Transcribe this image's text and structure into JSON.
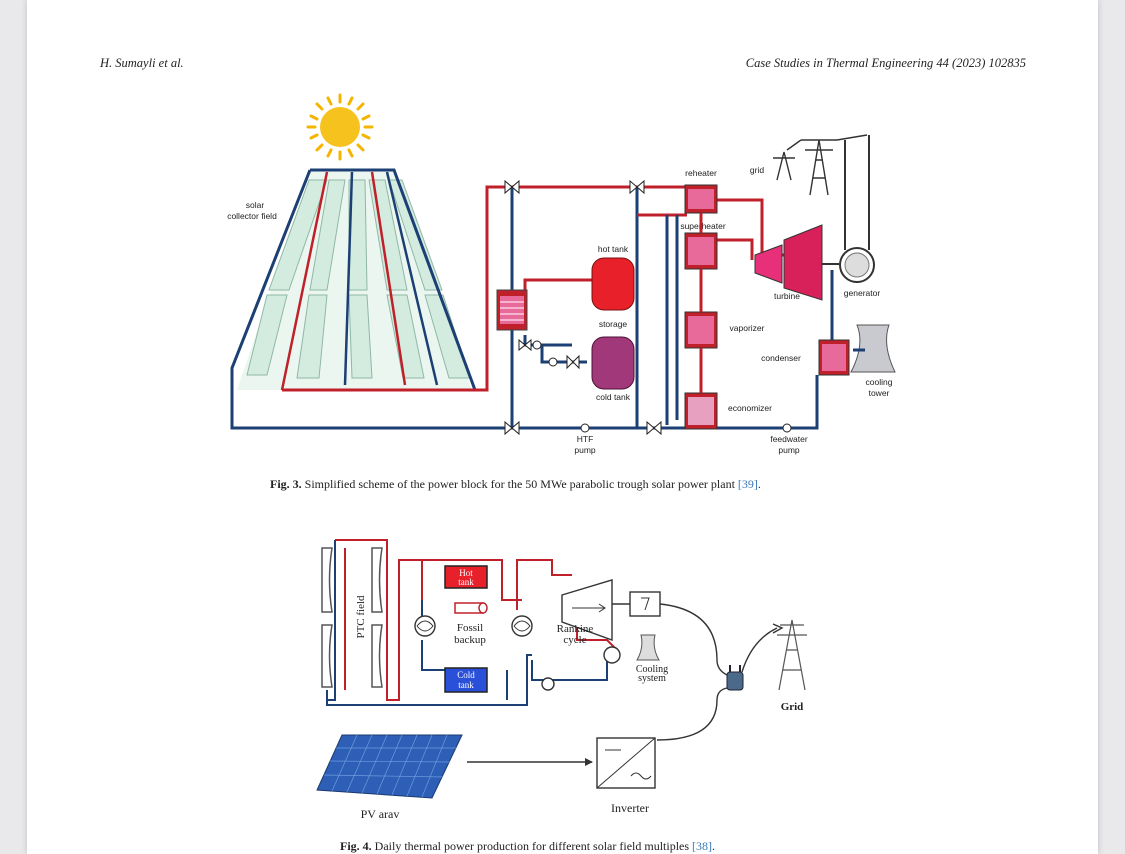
{
  "header": {
    "author": "H. Sumayli et al.",
    "journal": "Case Studies in Thermal Engineering 44 (2023) 102835"
  },
  "fig3": {
    "labels": {
      "solar_field_1": "solar",
      "solar_field_2": "collector field",
      "reheater": "reheater",
      "grid": "grid",
      "superheater": "superheater",
      "hot_tank": "hot tank",
      "storage": "storage",
      "cold_tank": "cold tank",
      "vaporizer": "vaporizer",
      "turbine": "turbine",
      "generator": "generator",
      "condenser": "condenser",
      "cooling_tower_1": "cooling",
      "cooling_tower_2": "tower",
      "economizer": "economizer",
      "htf_pump_1": "HTF",
      "htf_pump_2": "pump",
      "feedwater_pump_1": "feedwater",
      "feedwater_pump_2": "pump"
    },
    "caption": {
      "label": "Fig. 3.",
      "text": "Simplified scheme of the power block for the 50 MWe parabolic trough solar power plant",
      "ref": "[39]",
      "end": "."
    }
  },
  "fig4": {
    "labels": {
      "ptc_field": "PTC field",
      "hot_tank_1": "Hot",
      "hot_tank_2": "tank",
      "fossil_backup_1": "Fossil",
      "fossil_backup_2": "backup",
      "cold_tank_1": "Cold",
      "cold_tank_2": "tank",
      "rankine_1": "Rankine",
      "rankine_2": "cycle",
      "cooling_1": "Cooling",
      "cooling_2": "system",
      "grid": "Grid",
      "pv_array": "PV arav",
      "inverter": "Inverter"
    },
    "caption": {
      "label": "Fig. 4.",
      "text": "Daily thermal power production for different solar field multiples",
      "ref": "[38]",
      "end": "."
    }
  },
  "colors": {
    "hot_line": "#c0202a",
    "cold_line": "#1c3f74",
    "tank_red": "#e8202a",
    "tank_purple": "#a0387a",
    "blue_tank": "#2a4fd8",
    "trough_fill": "#d8efe4"
  }
}
